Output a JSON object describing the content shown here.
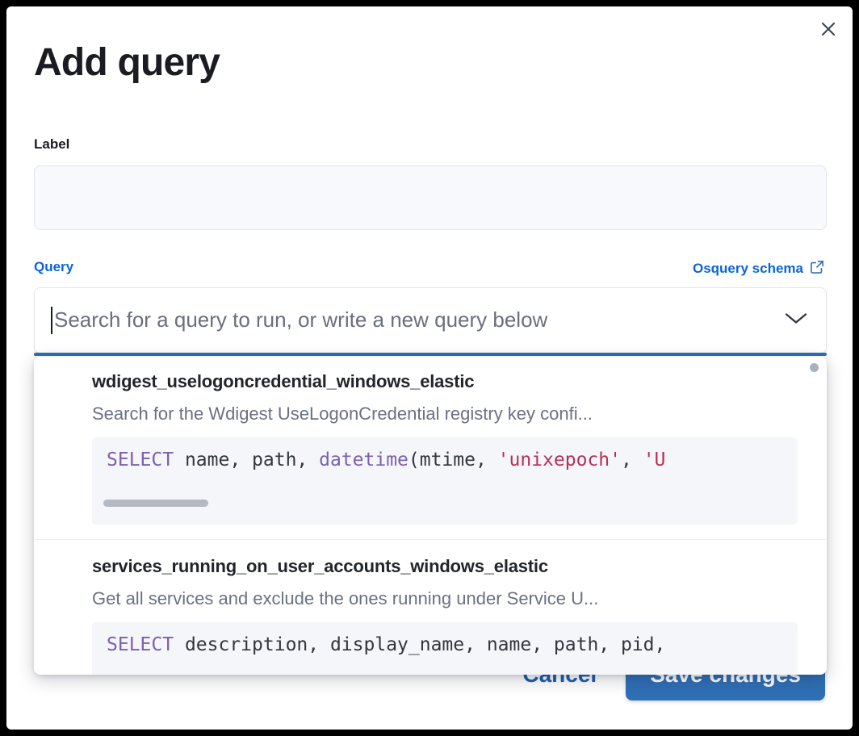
{
  "modal": {
    "title": "Add query",
    "close_icon": "close-icon"
  },
  "label_field": {
    "label": "Label",
    "value": "",
    "placeholder": ""
  },
  "query_field": {
    "label": "Query",
    "schema_link": "Osquery schema",
    "schema_link_icon": "external-link-icon",
    "placeholder": "Search for a query to run, or write a new query below",
    "value": "",
    "chevron_icon": "chevron-down-icon"
  },
  "dropdown": {
    "items": [
      {
        "title": "wdigest_uselogoncredential_windows_elastic",
        "description": "Search for the Wdigest UseLogonCredential registry key confi...",
        "code_tokens": [
          {
            "t": "SELECT",
            "c": "kw"
          },
          {
            "t": " name, path, ",
            "c": "pl"
          },
          {
            "t": "datetime",
            "c": "kw"
          },
          {
            "t": "(mtime, ",
            "c": "pl"
          },
          {
            "t": "'unixepoch'",
            "c": "str"
          },
          {
            "t": ", ",
            "c": "pl"
          },
          {
            "t": "'U",
            "c": "str"
          }
        ],
        "has_code_scrollbar": true
      },
      {
        "title": "services_running_on_user_accounts_windows_elastic",
        "description": "Get all services and exclude the ones running under Service U...",
        "code_tokens": [
          {
            "t": "SELECT",
            "c": "kw"
          },
          {
            "t": " description, display_name, name, path, pid,",
            "c": "pl"
          }
        ],
        "has_code_scrollbar": false
      }
    ]
  },
  "footer": {
    "cancel_label": "Cancel",
    "save_label": "Save changes"
  },
  "colors": {
    "accent_blue": "#0b64dd",
    "button_blue": "#2f6fb5",
    "sql_keyword": "#7c5fae",
    "sql_string": "#b83054",
    "text_dark": "#1a1c21",
    "text_muted": "#6a7180"
  }
}
